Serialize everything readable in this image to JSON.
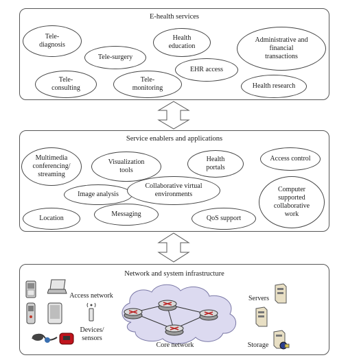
{
  "panels": {
    "ehealth": {
      "title": "E-health services",
      "items": [
        "Tele-\ndiagnosis",
        "Tele-surgery",
        "Health\neducation",
        "Administrative and\nfinancial\ntransactions",
        "EHR access",
        "Tele-\nconsulting",
        "Tele-\nmonitoring",
        "Health research"
      ]
    },
    "enablers": {
      "title": "Service enablers and applications",
      "items": [
        "Multimedia\nconferencing/\nstreaming",
        "Visualization\ntools",
        "Health\nportals",
        "Access control",
        "Image analysis",
        "Collaborative virtual\nenvironments",
        "Computer\nsupported\ncollaborative\nwork",
        "Location",
        "Messaging",
        "QoS support"
      ]
    },
    "network": {
      "title": "Network and system infrastructure",
      "access_network": "Access network",
      "devices": "Devices/\nsensors",
      "core_network": "Core network",
      "servers": "Servers",
      "storage": "Storage"
    }
  },
  "icons": [
    "double-arrow-icon",
    "double-arrow-icon",
    "mobile-phone-icon",
    "laptop-icon",
    "cell-phone-icon",
    "pda-icon",
    "sensor-device-icon",
    "antenna-icon",
    "cloud-icon",
    "router-icon",
    "server-icon",
    "storage-icon"
  ]
}
